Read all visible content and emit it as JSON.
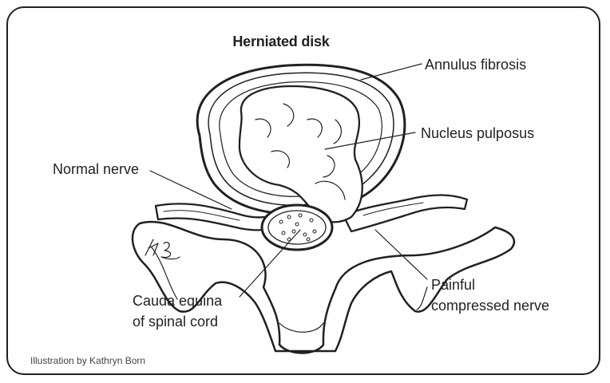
{
  "title": "Herniated disk",
  "labels": {
    "annulus": "Annulus fibrosis",
    "nucleus": "Nucleus pulposus",
    "normal_nerve": "Normal nerve",
    "cauda_line1": "Cauda equina",
    "cauda_line2": "of spinal cord",
    "painful_line1": "Painful",
    "painful_line2": "compressed nerve"
  },
  "credit": "Illustration by Kathryn Born",
  "colors": {
    "ink": "#231f20",
    "paper": "#ffffff"
  }
}
